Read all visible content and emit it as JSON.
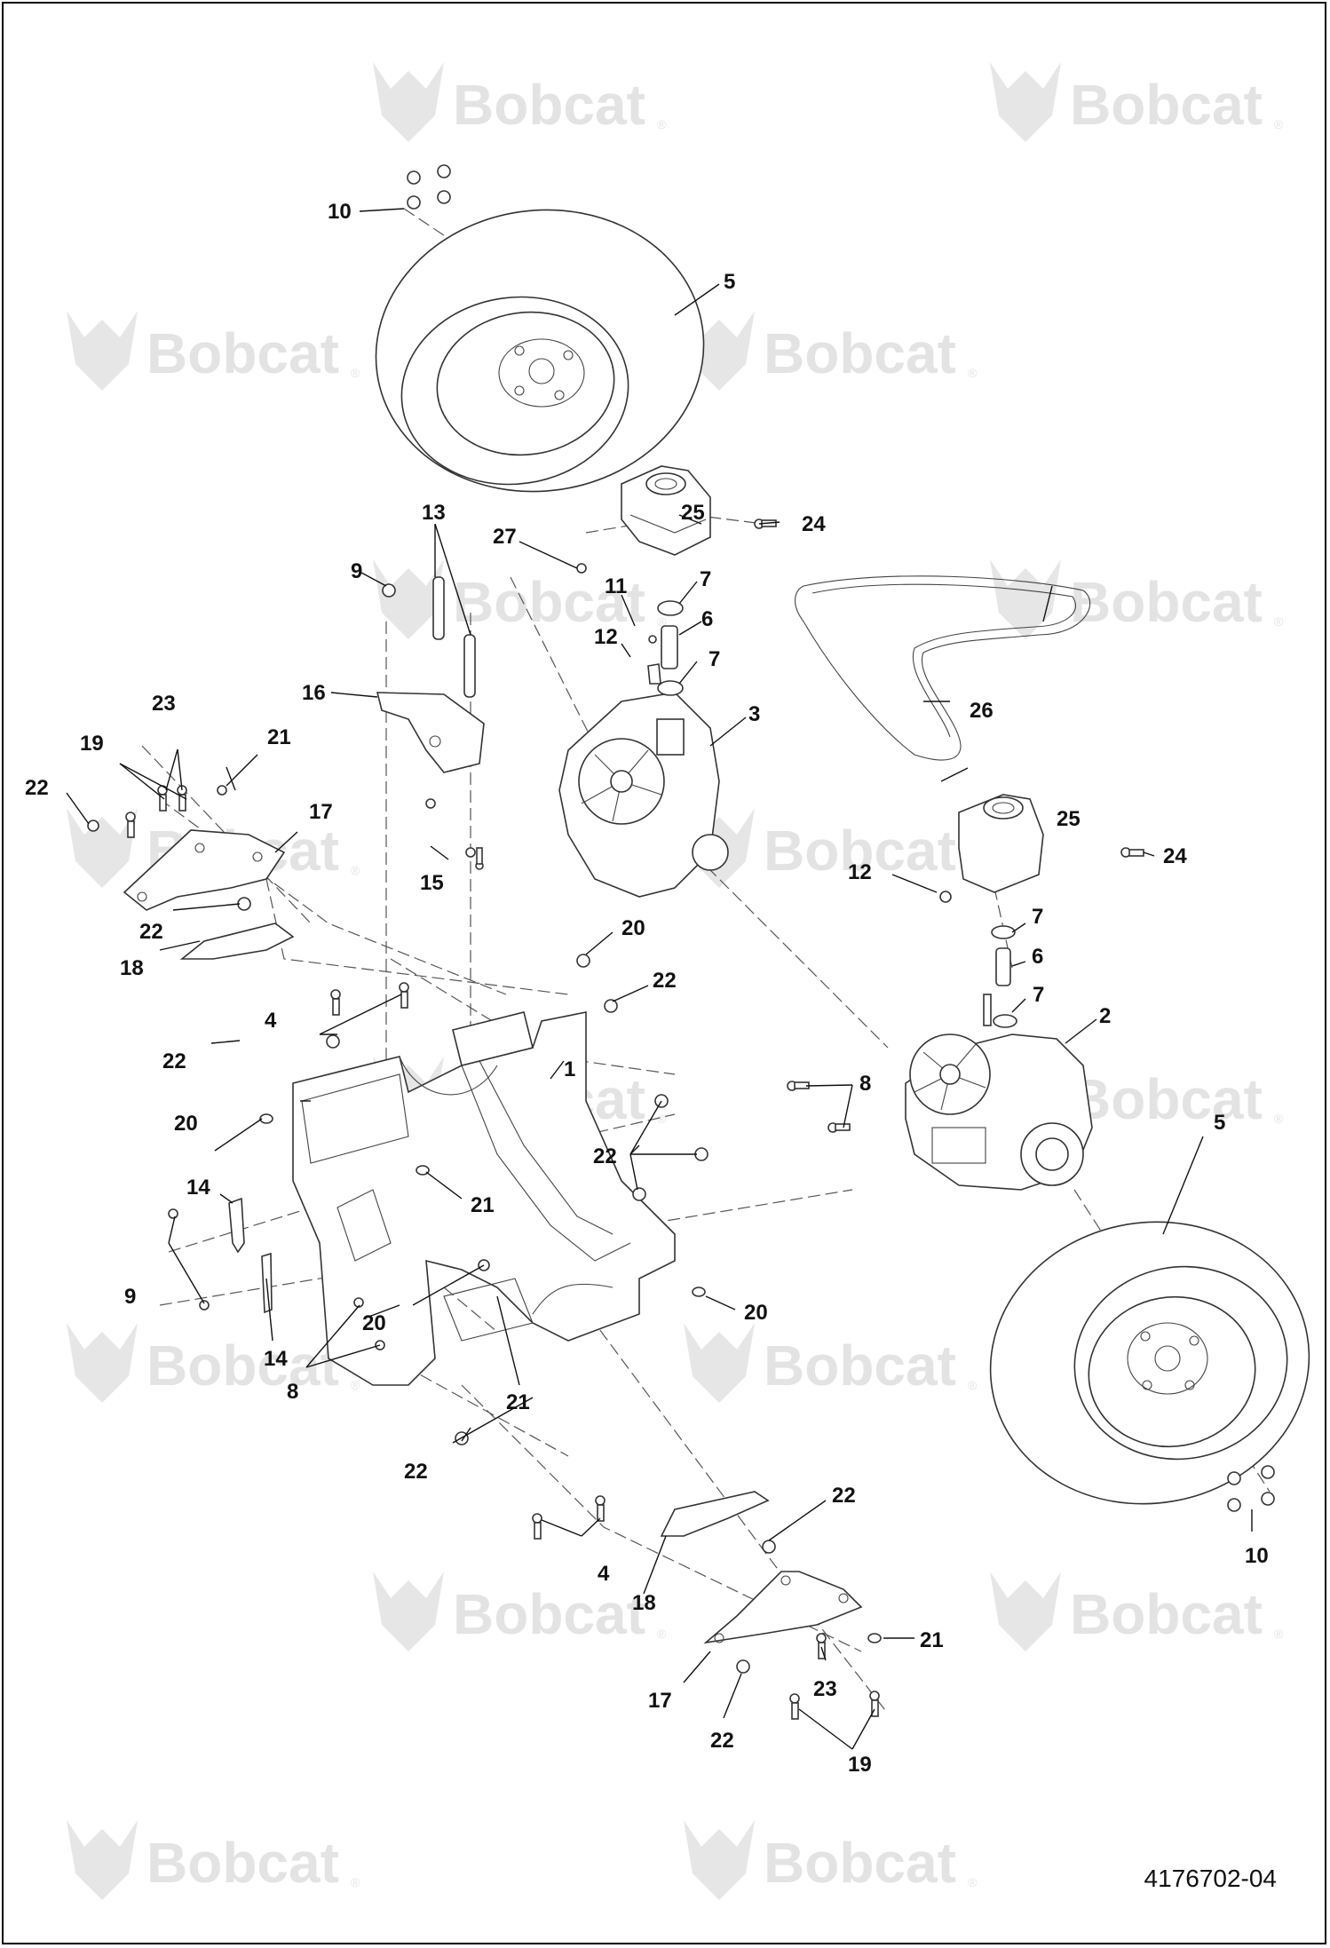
{
  "drawing_number": "4176702-04",
  "watermark": {
    "brand": "Bobcat",
    "reg_mark": "®"
  },
  "callouts": {
    "c1": "1",
    "c2": "2",
    "c3": "3",
    "c4a": "4",
    "c4b": "4",
    "c5a": "5",
    "c5b": "5",
    "c6a": "6",
    "c6b": "6",
    "c7a": "7",
    "c7b": "7",
    "c7c": "7",
    "c7d": "7",
    "c8a": "8",
    "c8b": "8",
    "c9a": "9",
    "c9b": "9",
    "c10a": "10",
    "c10b": "10",
    "c11": "11",
    "c12a": "12",
    "c12b": "12",
    "c13": "13",
    "c14a": "14",
    "c14b": "14",
    "c15": "15",
    "c16": "16",
    "c17a": "17",
    "c17b": "17",
    "c18a": "18",
    "c18b": "18",
    "c19a": "19",
    "c19b": "19",
    "c20a": "20",
    "c20b": "20",
    "c20c": "20",
    "c20d": "20",
    "c21a": "21",
    "c21b": "21",
    "c21c": "21",
    "c21d": "21",
    "c22a": "22",
    "c22b": "22",
    "c22c": "22",
    "c22d": "22",
    "c22e": "22",
    "c22f": "22",
    "c22g": "22",
    "c22h": "22",
    "c23a": "23",
    "c23b": "23",
    "c24a": "24",
    "c24b": "24",
    "c25a": "25",
    "c25b": "25",
    "c26": "26",
    "c27": "27"
  }
}
